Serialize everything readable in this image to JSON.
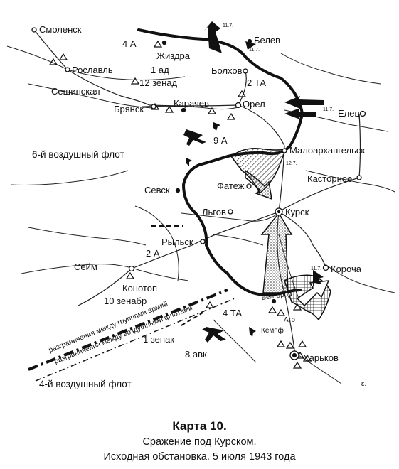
{
  "caption": {
    "title": "Карта 10.",
    "line1": "Сражение под Курском.",
    "line2": "Исходная обстановка. 5 июля 1943 года"
  },
  "cities": {
    "smolensk": "Смоленск",
    "roslavl": "Рославль",
    "seshchinskaya": "Сещинская",
    "zhizdra": "Жиздра",
    "belev": "Белев",
    "bolkhov": "Болхов",
    "bryansk": "Брянск",
    "karachev": "Карачев",
    "orel": "Орел",
    "elets": "Елец",
    "maloarkhangelsk": "Малоархангельск",
    "kastornoe": "Касторное",
    "fatezh": "Фатеж",
    "sevsk": "Севск",
    "lgov": "Льгов",
    "kursk": "Курск",
    "rylsk": "Рыльск",
    "konotop": "Конотоп",
    "korocha": "Короча",
    "belgorod": "Белгород",
    "kharkov": "Харьков"
  },
  "units": {
    "a4": "4 А",
    "ad1": "1 ад",
    "zenad12": "12 зенад",
    "ta2": "2 ТА",
    "a9": "9 А",
    "a2": "2 А",
    "zenabr10": "10 зенабр",
    "ta4": "4 ТА",
    "zenak1": "1 зенак",
    "avk8": "8 авк",
    "agr": "Агр",
    "kempf": "Кемпф"
  },
  "regions": {
    "fleet6": "6-й воздушный флот",
    "fleet4": "4-й воздушный флот",
    "seym": "Сейм"
  },
  "boundaries": {
    "army_groups": "разграничения между группами армий",
    "air_fleets": "разграничения между воздушными флотами"
  },
  "dates": {
    "d1": "11.7.",
    "d2": "11.7.",
    "d3": "11.7.",
    "d4": "12.7.",
    "d5": "11.7."
  },
  "corner_mark": "ε."
}
